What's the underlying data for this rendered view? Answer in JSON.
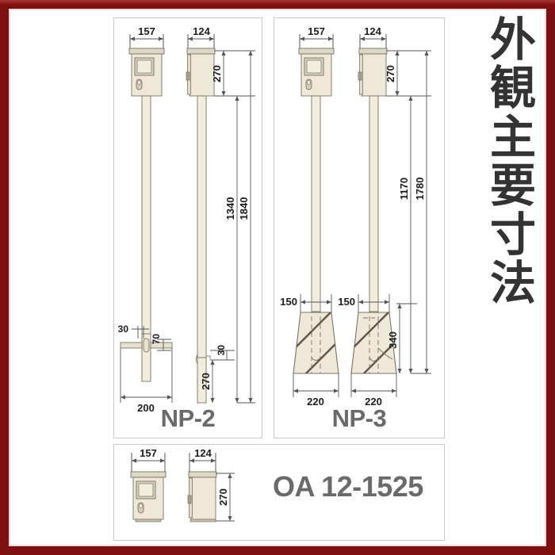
{
  "document": {
    "title_vertical_chars": [
      "外",
      "観",
      "主",
      "要",
      "寸",
      "法"
    ],
    "title_vertical_text": "外観主要寸法",
    "frame_color": "#7d1111",
    "panel_border_color": "#c9c9c9",
    "label_color": "#6a6a6a",
    "body_fill": "#efe8d8",
    "body_stroke": "#7a7365",
    "pole_fill": "#f2ecdc",
    "dim_line_color": "#555555"
  },
  "panels": [
    {
      "id": "np2",
      "label": "NP-2",
      "views": [
        {
          "name": "front",
          "dims": {
            "width": "157"
          }
        },
        {
          "name": "side",
          "dims": {
            "width": "124"
          }
        }
      ],
      "dimensions": {
        "cabinet_width_front": "157",
        "cabinet_width_side": "124",
        "cabinet_height": "270",
        "pole_height_1": "1340",
        "pole_height_total": "1840",
        "base_plate_width": "200",
        "base_offset_left": "30",
        "base_plate_thickness": "70",
        "side_bottom_segment": "270",
        "side_step": "30"
      }
    },
    {
      "id": "np3",
      "label": "NP-3",
      "views": [
        {
          "name": "front",
          "dims": {
            "width": "157"
          }
        },
        {
          "name": "side",
          "dims": {
            "width": "124"
          }
        }
      ],
      "dimensions": {
        "cabinet_width_front": "157",
        "cabinet_width_side": "124",
        "cabinet_height": "270",
        "pole_height_1": "1170",
        "pole_height_total": "1780",
        "footing_top_width_front": "150",
        "footing_top_width_side": "150",
        "footing_base_width_front": "220",
        "footing_base_width_side": "220",
        "footing_height": "340"
      }
    },
    {
      "id": "oa",
      "label": "OA 12-1525",
      "views": [
        {
          "name": "front",
          "dims": {
            "width": "157"
          }
        },
        {
          "name": "side",
          "dims": {
            "width": "124"
          }
        }
      ],
      "dimensions": {
        "cabinet_width_front": "157",
        "cabinet_width_side": "124",
        "cabinet_height": "270"
      }
    }
  ]
}
